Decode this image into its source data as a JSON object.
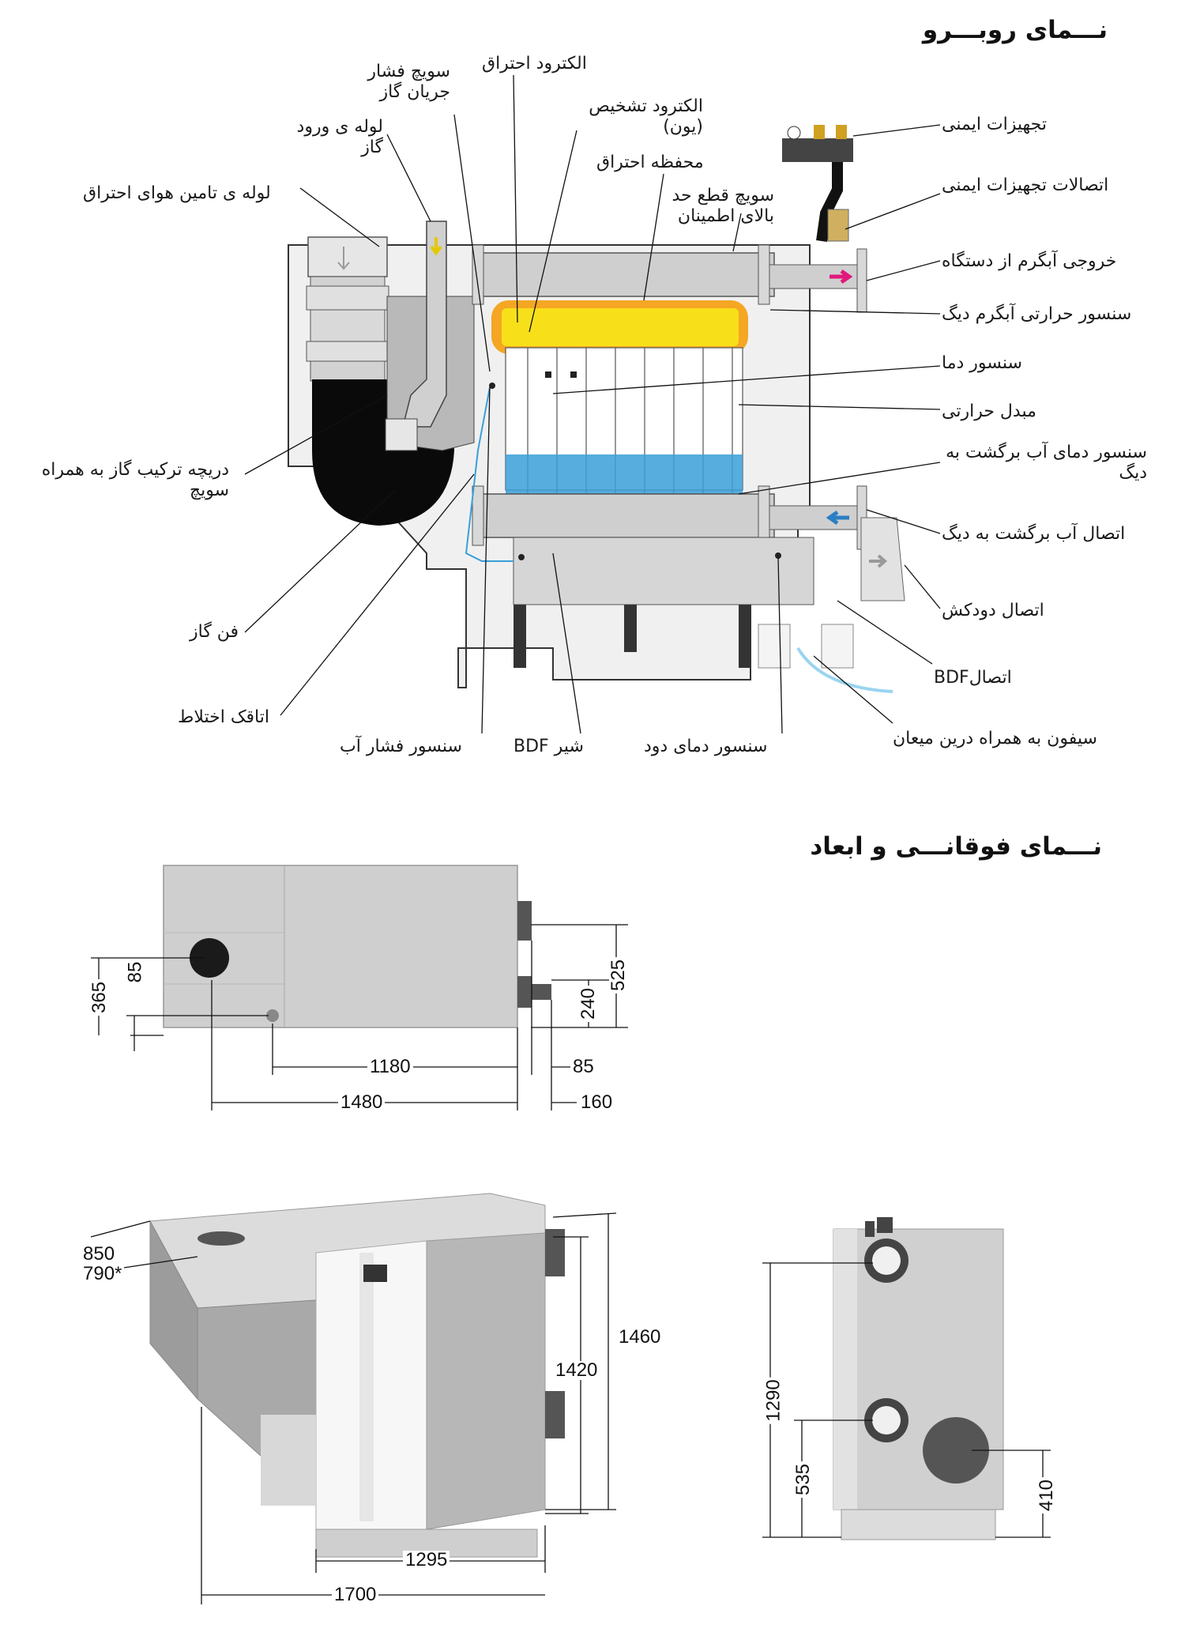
{
  "front_view": {
    "title": "نـــمای روبـــرو",
    "labels": {
      "safety_equipment": "تجهیزات ایمنی",
      "safety_fittings": "اتصالات تجهیزات ایمنی",
      "hot_water_outlet": "خروجی آبگرم از دستگاه",
      "hot_water_sensor": "سنسور حرارتی آبگرم دیگ",
      "temp_sensor": "سنسور دما",
      "heat_exchanger": "مبدل حرارتی",
      "return_temp_sensor": "سنسور دمای آب برگشت به دیگ",
      "return_connection": "اتصال آب برگشت به دیگ",
      "flue_connection": "اتصال دودکش",
      "bdf_connection": "اتصالBDF",
      "siphon": "سیفون به همراه درین میعان",
      "flue_temp_sensor": "سنسور دمای دود",
      "bdf_valve": "شیر BDF",
      "water_pressure_sensor": "سنسور فشار آب",
      "mixing_chamber": "اتاقک اختلاط",
      "gas_fan": "فن گاز",
      "gas_mixing_damper": "دریچه ترکیب گاز به همراه سویچ",
      "combustion_air_pipe": "لوله ی تامین هوای احتراق",
      "gas_inlet_pipe": "لوله ی ورود گاز",
      "gas_pressure_switch": "سویچ فشار جریان گاز",
      "ignition_electrode": "الکترود احتراق",
      "ionization_electrode": "الکترود تشخیص (یون)",
      "combustion_chamber": "محفظه احتراق",
      "high_limit_switch": "سویچ قطع حد بالای اطمینان"
    }
  },
  "top_view": {
    "title": "نـــمای فوقانـــی و ابعاد",
    "dims": {
      "d365": "365",
      "d85_left": "85",
      "d1180": "1180",
      "d1480": "1480",
      "d525": "525",
      "d240": "240",
      "d85_right": "85",
      "d160": "160"
    }
  },
  "iso_view": {
    "dims": {
      "d850": "850",
      "d790": "790*",
      "d1460": "1460",
      "d1420": "1420",
      "d1295": "1295",
      "d1700": "1700"
    }
  },
  "side_view": {
    "dims": {
      "d1290": "1290",
      "d535": "535",
      "d410": "410"
    }
  },
  "colors": {
    "casing": "#f0f0f0",
    "pipe": "#c9c9c9",
    "flame": "#f7e01a",
    "flame_glow": "#f5a623",
    "water": "#3a9fd8",
    "hot_arrow": "#e0197d",
    "cold_arrow": "#2a7fc4",
    "fan": "#0a0a0a",
    "body_grey": "#cfcfcf",
    "panel_white": "#f7f7f7"
  }
}
